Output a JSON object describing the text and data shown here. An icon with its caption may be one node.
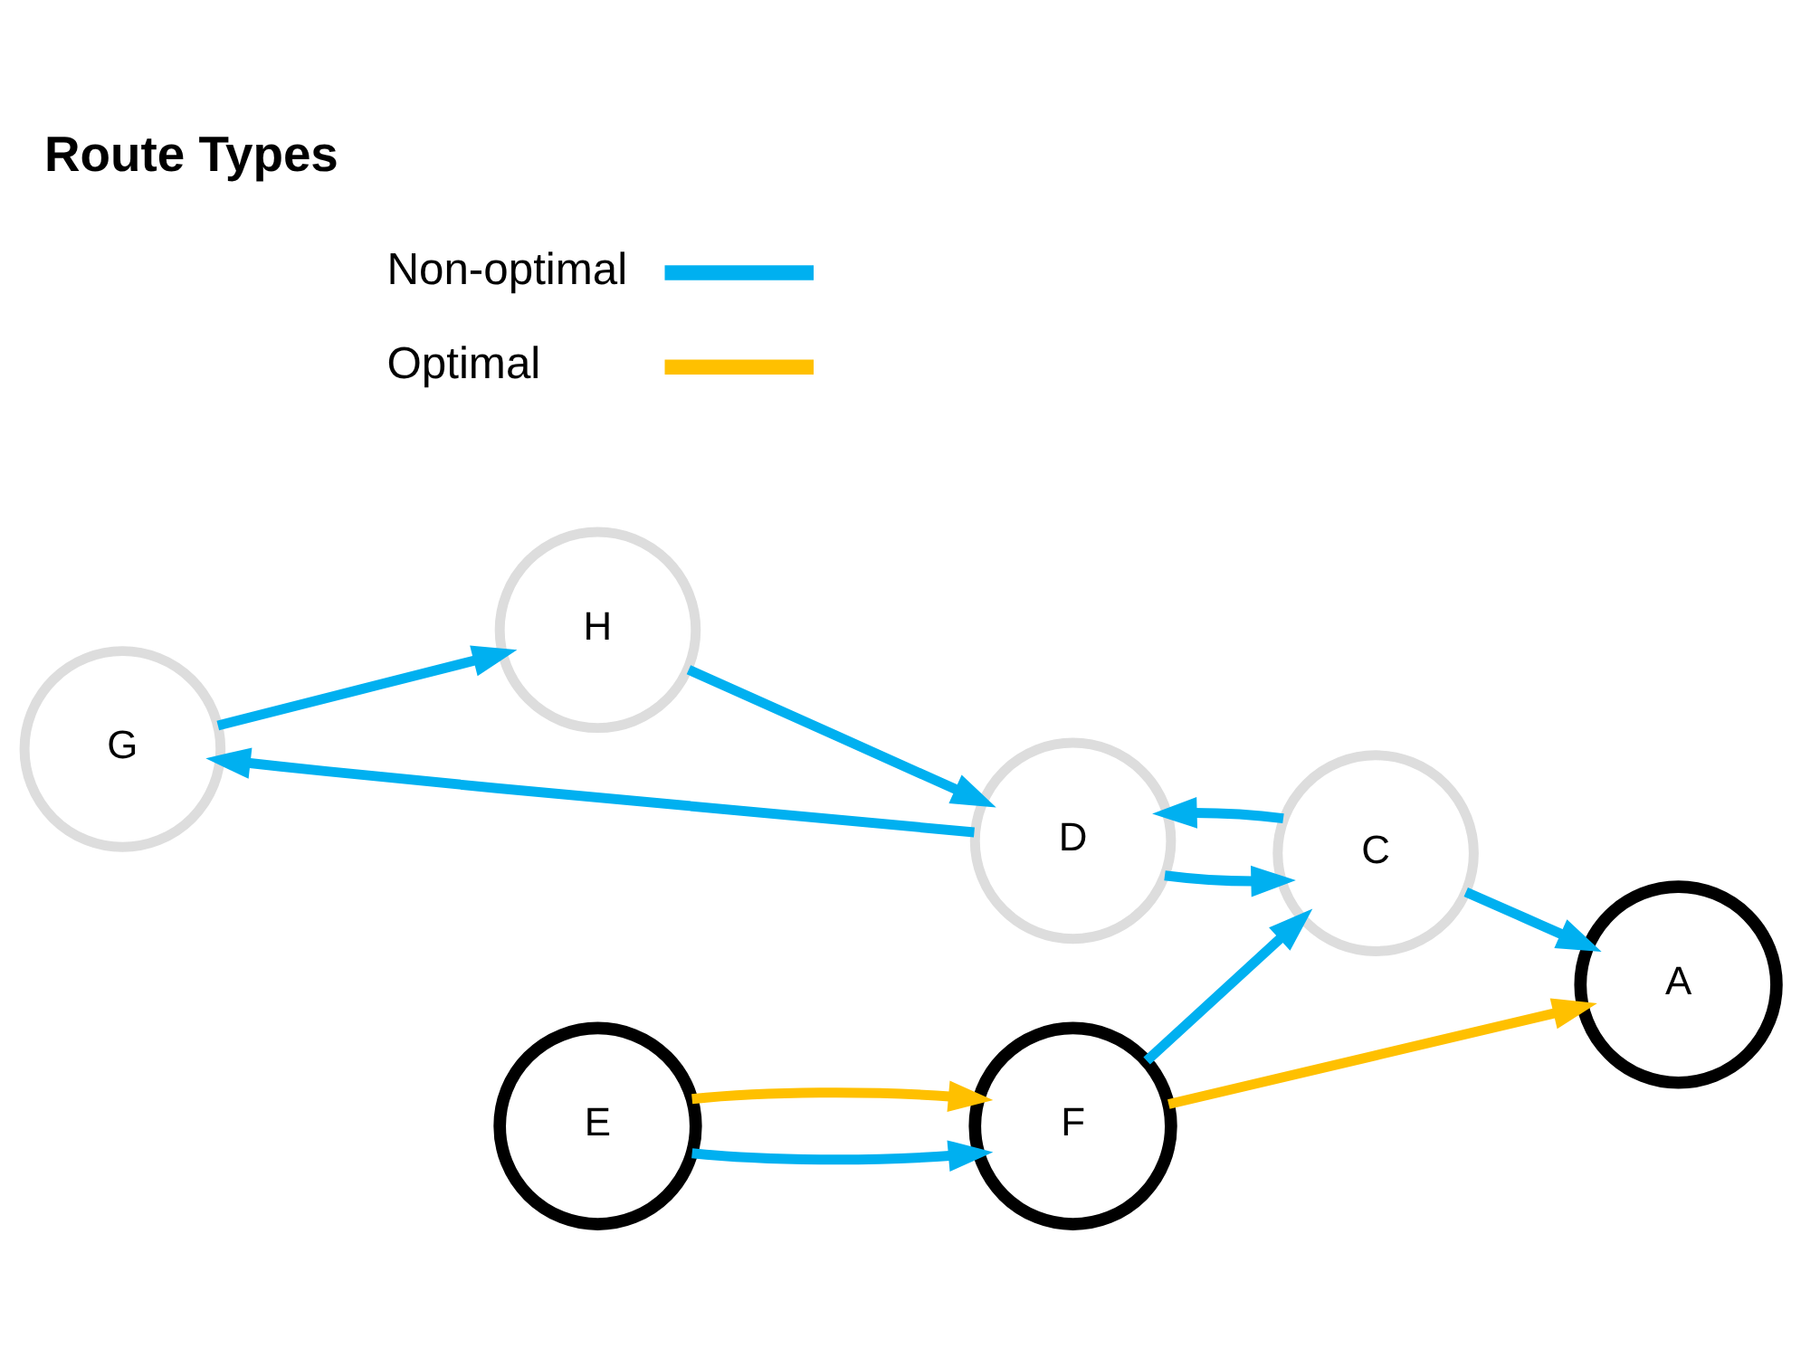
{
  "diagram": {
    "title": "Route Types",
    "nodes": [
      {
        "text": [
          "G"
        ]
      },
      {
        "text": [
          "H"
        ]
      },
      {
        "text": [
          "D"
        ]
      },
      {
        "text": [
          "E"
        ]
      },
      {
        "text": [
          "F"
        ]
      },
      {
        "text": [
          "C"
        ]
      },
      {
        "text": [
          "A"
        ]
      }
    ],
    "edges": [
      {
        "from": 3,
        "to": 4,
        "arrow": "to"
      },
      {
        "from": 3,
        "to": 4,
        "arrow": "to",
        "color": "#ffc000"
      },
      {
        "from": 4,
        "to": 5,
        "arrow": "to"
      },
      {
        "from": 5,
        "to": 2,
        "arrow": "to"
      },
      {
        "from": 2,
        "to": 0,
        "arrow": "to"
      },
      {
        "from": 0,
        "to": 1,
        "arrow": "to"
      },
      {
        "from": 1,
        "to": 2,
        "arrow": "to"
      },
      {
        "from": 2,
        "to": 5,
        "arrow": "to"
      },
      {
        "from": 5,
        "to": 6,
        "arrow": "to"
      },
      {
        "from": 4,
        "to": 6,
        "arrow": "to",
        "color": "#ffc000"
      }
    ],
    "legend": [
      {
        "text": "Non-optimal"
      },
      {
        "text": "Optimal"
      }
    ]
  }
}
